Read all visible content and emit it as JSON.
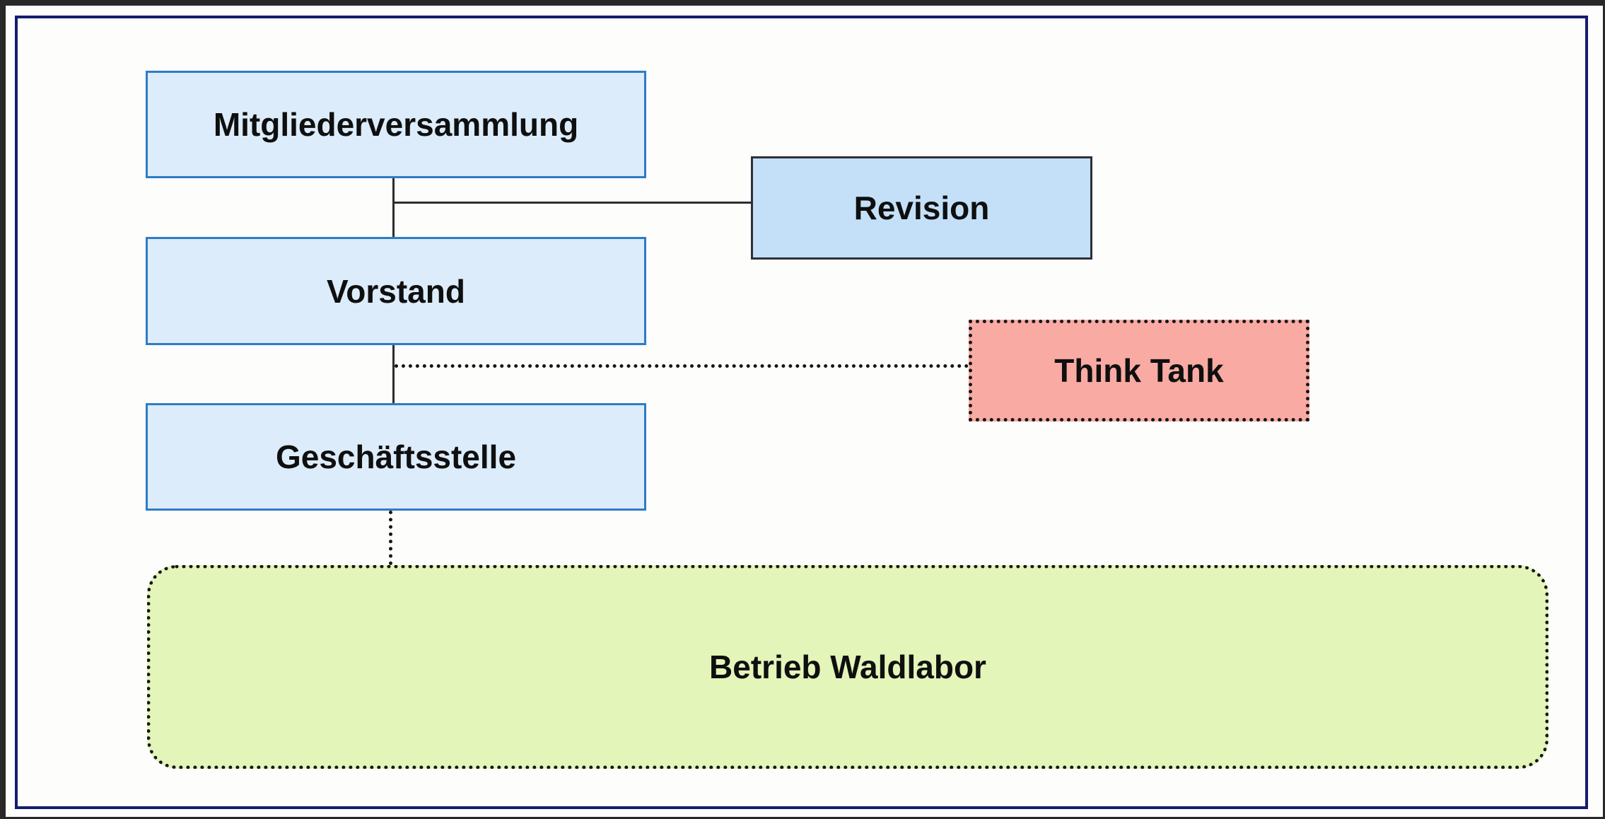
{
  "frame": {
    "color": "#282828"
  },
  "page": {
    "background": "#fdfdfc",
    "border_color": "#151d6e"
  },
  "diagram": {
    "type": "org-chart",
    "nodes": {
      "mitgliederversammlung": {
        "label": "Mitgliederversammlung",
        "fill": "#dcecfb",
        "border_color": "#2e7cc4",
        "border_style": "solid"
      },
      "vorstand": {
        "label": "Vorstand",
        "fill": "#dcecfb",
        "border_color": "#2e7cc4",
        "border_style": "solid"
      },
      "geschaeftsstelle": {
        "label": "Geschäftsstelle",
        "fill": "#dcecfb",
        "border_color": "#2e7cc4",
        "border_style": "solid"
      },
      "revision": {
        "label": "Revision",
        "fill": "#c3e0f8",
        "border_color": "#2c3038",
        "border_style": "solid"
      },
      "think_tank": {
        "label": "Think Tank",
        "fill": "#f8aaa3",
        "border_color": "#141414",
        "border_style": "dotted"
      },
      "betrieb_waldlabor": {
        "label": "Betrieb Waldlabor",
        "fill": "#e2f4b7",
        "border_color": "#141414",
        "border_style": "dotted"
      }
    },
    "edges": [
      {
        "from": "mitgliederversammlung",
        "to": "vorstand",
        "style": "solid"
      },
      {
        "from": "mitgliederversammlung",
        "to": "revision",
        "style": "solid"
      },
      {
        "from": "vorstand",
        "to": "geschaeftsstelle",
        "style": "solid"
      },
      {
        "from": "vorstand",
        "to": "think_tank",
        "style": "dotted"
      },
      {
        "from": "geschaeftsstelle",
        "to": "betrieb_waldlabor",
        "style": "dotted"
      }
    ]
  }
}
